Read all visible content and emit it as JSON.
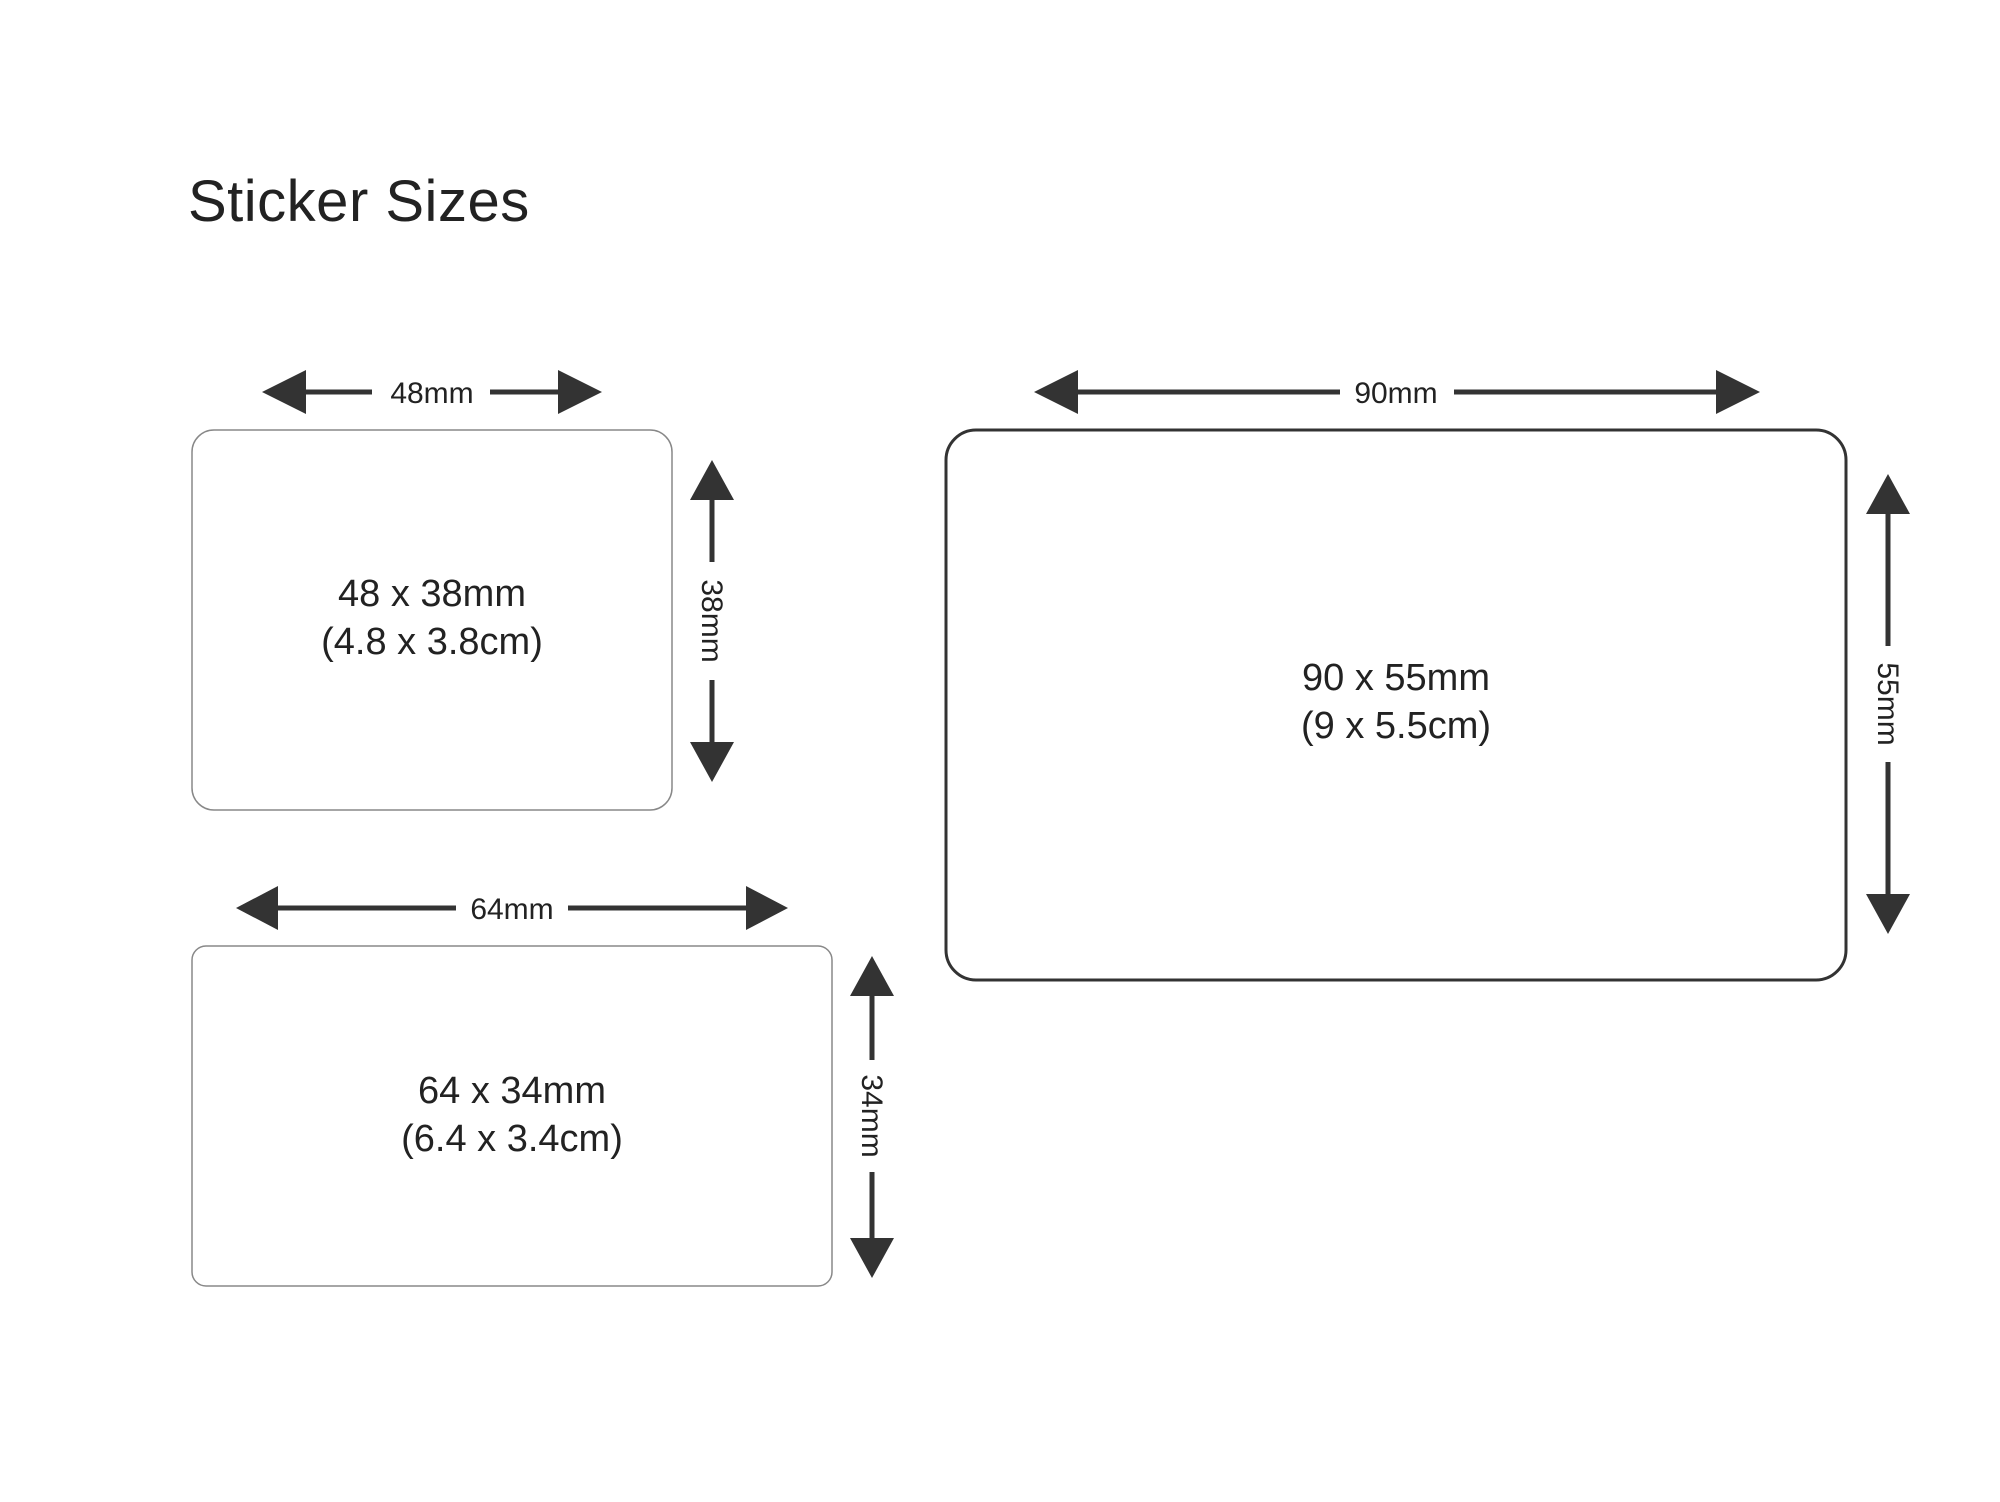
{
  "title": "Sticker Sizes",
  "colors": {
    "line": "#333333",
    "box_light": "#888888",
    "box_dark": "#333333",
    "text": "#222222"
  },
  "stickers": [
    {
      "name": "sticker-48x38",
      "line1": "48 x 38mm",
      "line2": "(4.8 x 3.8cm)",
      "width_label": "48mm",
      "height_label": "38mm"
    },
    {
      "name": "sticker-64x34",
      "line1": "64 x 34mm",
      "line2": "(6.4 x 3.4cm)",
      "width_label": "64mm",
      "height_label": "34mm"
    },
    {
      "name": "sticker-90x55",
      "line1": "90 x 55mm",
      "line2": "(9 x 5.5cm)",
      "width_label": "90mm",
      "height_label": "55mm"
    }
  ]
}
